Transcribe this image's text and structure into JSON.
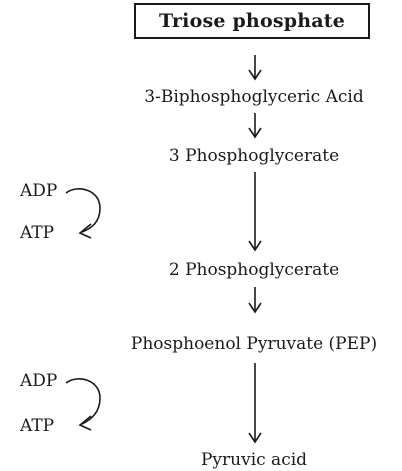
{
  "pathway": {
    "title": "Triose phosphate",
    "steps": [
      "3-Biphosphoglyceric Acid",
      "3 Phosphoglycerate",
      "2 Phosphoglycerate",
      "Phosphoenol Pyruvate (PEP)",
      "Pyruvic acid"
    ],
    "side_reactions": [
      {
        "input": "ADP",
        "output": "ATP"
      },
      {
        "input": "ADP",
        "output": "ATP"
      }
    ]
  },
  "colors": {
    "ink": "#1a1a1a",
    "background": "#ffffff"
  }
}
